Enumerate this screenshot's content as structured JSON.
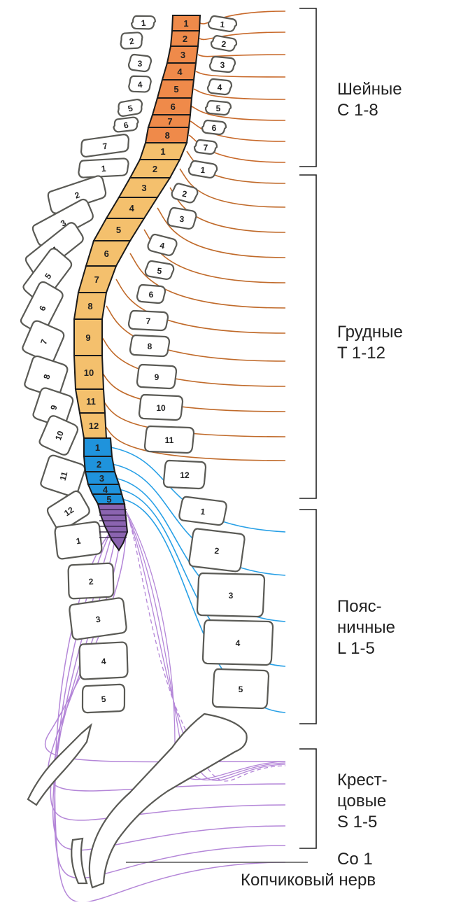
{
  "colors": {
    "cervical": "#ef8a4a",
    "thoracic": "#f4c06d",
    "lumbar": "#1f93dc",
    "sacral": "#8b64b0",
    "cervical_nerve": "#c8692a",
    "thoracic_nerve": "#c06a2a",
    "lumbar_nerve": "#28a0e6",
    "sacral_nerve": "#b486d8",
    "bone_outline": "#5a5a55"
  },
  "regions": [
    {
      "line1": "Шейные",
      "line2": "C 1-8"
    },
    {
      "line1": "Грудные",
      "line2": "T 1-12"
    },
    {
      "line1": "Пояс-",
      "line2": "ничные",
      "line3": "L 1-5"
    },
    {
      "line1": "Крест-",
      "line2": "цовые",
      "line3": "S 1-5"
    },
    {
      "line1": "Co 1"
    }
  ],
  "coccygeal_label": "Копчиковый нерв",
  "cord_segments": {
    "cervical": [
      "1",
      "2",
      "3",
      "4",
      "5",
      "6",
      "7",
      "8"
    ],
    "thoracic": [
      "1",
      "2",
      "3",
      "4",
      "5",
      "6",
      "7",
      "8",
      "9",
      "10",
      "11",
      "12"
    ],
    "lumbar": [
      "1",
      "2",
      "3",
      "4",
      "5"
    ]
  },
  "vertebra_body_labels": {
    "cervical": [
      "1",
      "2",
      "3",
      "4",
      "5",
      "6",
      "7"
    ],
    "thoracic": [
      "1",
      "2",
      "3",
      "4",
      "5",
      "6",
      "7",
      "8",
      "9",
      "10",
      "11",
      "12"
    ],
    "lumbar": [
      "1",
      "2",
      "3",
      "4",
      "5"
    ]
  },
  "process_labels": {
    "cervical": [
      "1",
      "2",
      "3",
      "4",
      "5",
      "6",
      "7"
    ],
    "thoracic": [
      "1",
      "2",
      "3",
      "4",
      "5",
      "6",
      "7",
      "8",
      "9",
      "10",
      "11",
      "12"
    ]
  }
}
